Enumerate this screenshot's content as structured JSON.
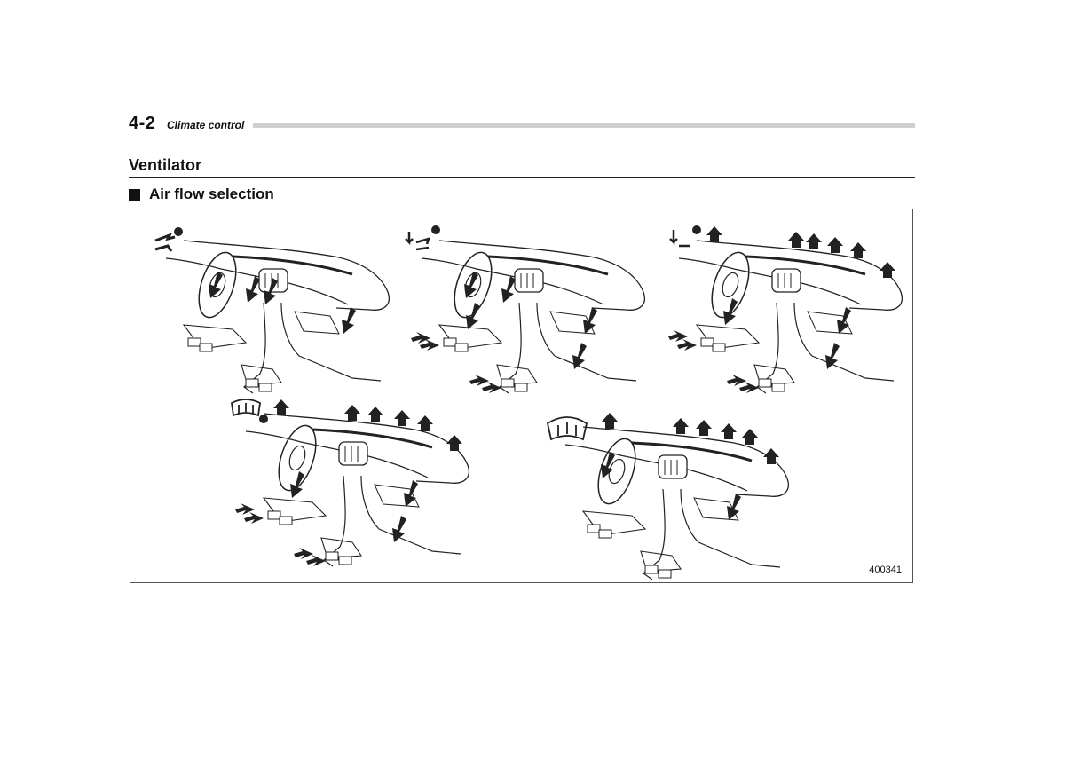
{
  "header": {
    "page_number": "4-2",
    "section": "Climate control"
  },
  "heading": "Ventilator",
  "subheading": "Air flow selection",
  "figure": {
    "code": "400341",
    "diagrams": [
      {
        "mode": "face",
        "icon": "face-vent-icon"
      },
      {
        "mode": "bi-level",
        "icon": "bi-level-icon"
      },
      {
        "mode": "foot",
        "icon": "foot-vent-icon"
      },
      {
        "mode": "defrost-foot",
        "icon": "defrost-foot-icon"
      },
      {
        "mode": "defrost",
        "icon": "defrost-icon"
      }
    ]
  }
}
